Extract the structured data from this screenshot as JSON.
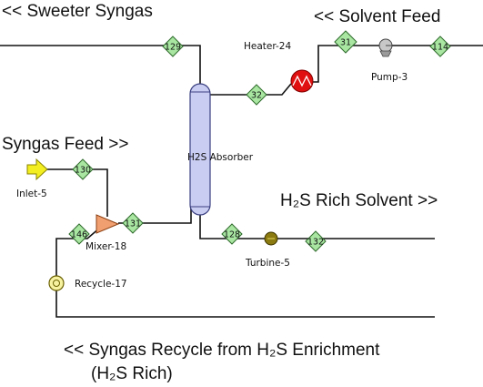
{
  "labels": {
    "sweeter_syngas": "<<  Sweeter Syngas",
    "solvent_feed": "<<  Solvent Feed",
    "syngas_feed": "Syngas  Feed >>",
    "h2s_rich_solvent": "H₂S Rich Solvent  >>",
    "recycle_line1": "<<  Syngas Recycle from H₂S Enrichment",
    "recycle_line2": "(H₂S Rich)"
  },
  "units": {
    "heater": "Heater-24",
    "pump": "Pump-3",
    "absorber": "H2S Absorber",
    "inlet": "Inlet-5",
    "mixer": "Mixer-18",
    "recycle": "Recycle-17",
    "turbine": "Turbine-5"
  },
  "streams": {
    "s129": "129",
    "s31": "31",
    "s114": "114",
    "s32": "32",
    "s130": "130",
    "s146": "146",
    "s131": "131",
    "s128": "128",
    "s132": "132"
  },
  "colors": {
    "stream_diamond": "#a8e6a2",
    "absorber": "#c9cdf2",
    "heater": "#e01010",
    "mixer": "#f0a070",
    "inlet_arrow": "#f2ee20",
    "turbine": "#8a7a10"
  }
}
